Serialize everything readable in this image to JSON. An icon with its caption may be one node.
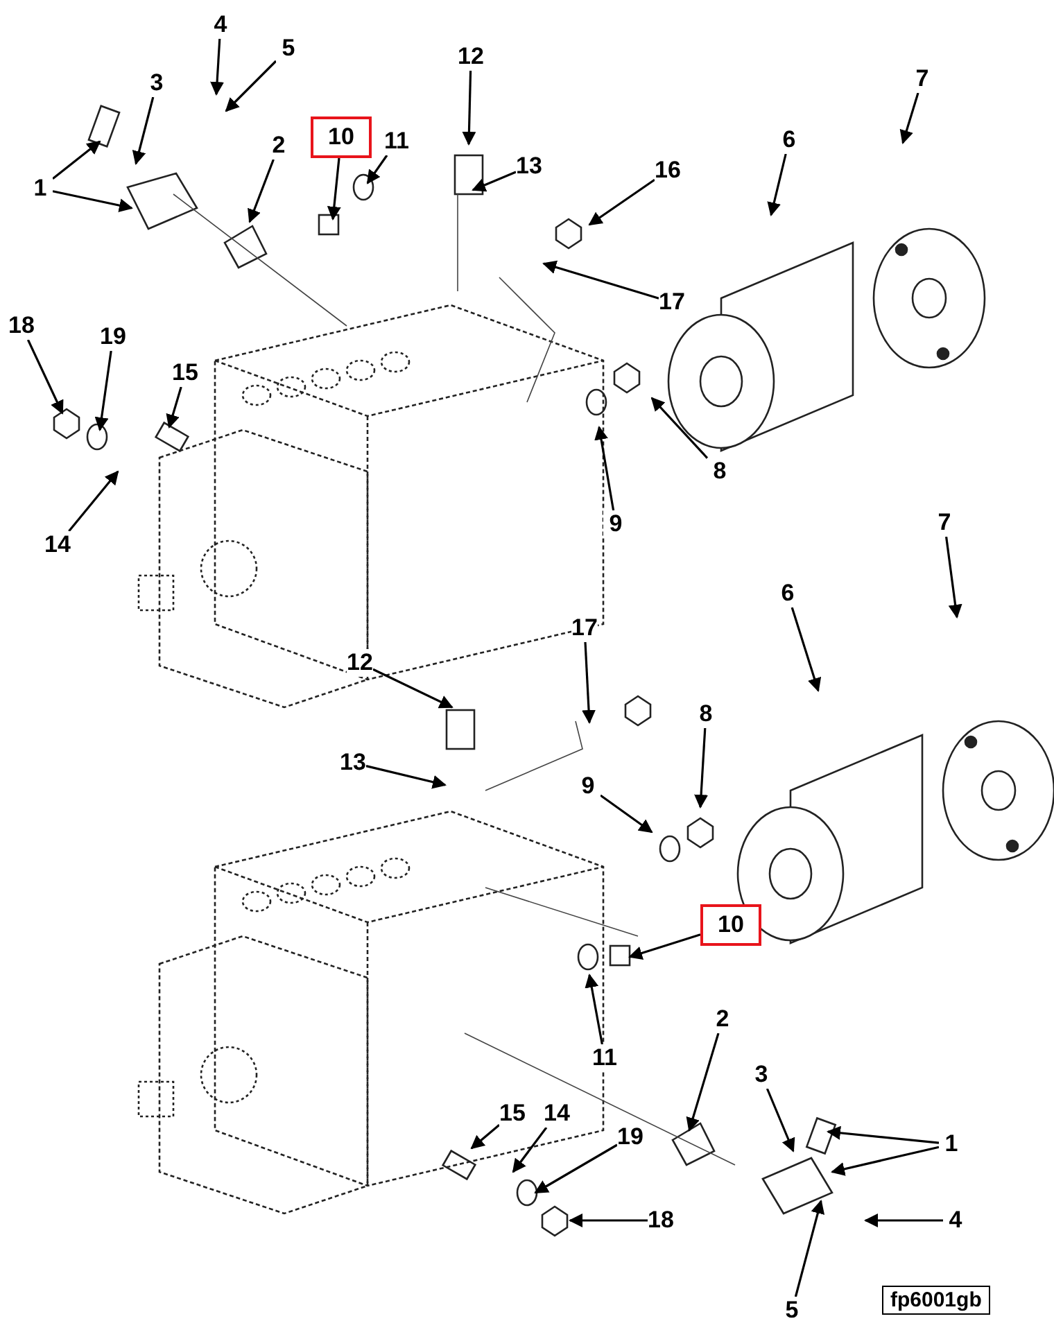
{
  "diagram": {
    "nodes": [
      {
        "text": [
          "1"
        ]
      },
      {
        "text": [
          "2"
        ]
      },
      {
        "text": [
          "3"
        ]
      },
      {
        "text": [
          "4"
        ]
      },
      {
        "text": [
          "5"
        ]
      },
      {
        "text": [
          "10"
        ]
      },
      {
        "text": [
          "11"
        ]
      },
      {
        "text": [
          "12"
        ]
      },
      {
        "text": [
          "13"
        ]
      },
      {
        "text": [
          "16"
        ]
      },
      {
        "text": [
          "17"
        ]
      },
      {
        "text": [
          "6"
        ]
      },
      {
        "text": [
          "7"
        ]
      },
      {
        "text": [
          "8"
        ]
      },
      {
        "text": [
          "9"
        ]
      },
      {
        "text": [
          "15"
        ]
      },
      {
        "text": [
          "14"
        ]
      },
      {
        "text": [
          "18"
        ]
      },
      {
        "text": [
          "19"
        ]
      },
      {
        "text": [
          "12"
        ]
      },
      {
        "text": [
          "13"
        ]
      },
      {
        "text": [
          "17"
        ]
      },
      {
        "text": [
          "8"
        ]
      },
      {
        "text": [
          "9"
        ]
      },
      {
        "text": [
          "10"
        ]
      },
      {
        "text": [
          "11"
        ]
      },
      {
        "text": [
          "6"
        ]
      },
      {
        "text": [
          "7"
        ]
      },
      {
        "text": [
          "2"
        ]
      },
      {
        "text": [
          "3"
        ]
      },
      {
        "text": [
          "1"
        ]
      },
      {
        "text": [
          "4"
        ]
      },
      {
        "text": [
          "5"
        ]
      },
      {
        "text": [
          "15"
        ]
      },
      {
        "text": [
          "14"
        ]
      },
      {
        "text": [
          "19"
        ]
      },
      {
        "text": [
          "18"
        ]
      }
    ],
    "edges": [
      {
        "from": 0,
        "to": null,
        "arrow": "to"
      },
      {
        "from": 0,
        "to": null,
        "arrow": "to"
      },
      {
        "from": 1,
        "to": null,
        "arrow": "to"
      },
      {
        "from": 2,
        "to": null,
        "arrow": "to"
      },
      {
        "from": 3,
        "to": null,
        "arrow": "to"
      },
      {
        "from": 4,
        "to": null,
        "arrow": "to"
      },
      {
        "from": 5,
        "to": null,
        "arrow": "to"
      },
      {
        "from": 6,
        "to": null,
        "arrow": "to"
      },
      {
        "from": 7,
        "to": null,
        "arrow": "to"
      },
      {
        "from": 8,
        "to": null,
        "arrow": "to"
      },
      {
        "from": 9,
        "to": null,
        "arrow": "to"
      },
      {
        "from": 10,
        "to": null,
        "arrow": "to"
      },
      {
        "from": 11,
        "to": null,
        "arrow": "to"
      },
      {
        "from": 12,
        "to": null,
        "arrow": "to"
      },
      {
        "from": 13,
        "to": null,
        "arrow": "to"
      },
      {
        "from": 14,
        "to": null,
        "arrow": "to"
      },
      {
        "from": 15,
        "to": null,
        "arrow": "to"
      },
      {
        "from": 16,
        "to": null,
        "arrow": "to"
      },
      {
        "from": 17,
        "to": null,
        "arrow": "to"
      },
      {
        "from": 18,
        "to": null,
        "arrow": "to"
      },
      {
        "from": 19,
        "to": null,
        "arrow": "to"
      },
      {
        "from": 20,
        "to": null,
        "arrow": "to"
      },
      {
        "from": 21,
        "to": null,
        "arrow": "to"
      },
      {
        "from": 22,
        "to": null,
        "arrow": "to"
      },
      {
        "from": 23,
        "to": null,
        "arrow": "to"
      },
      {
        "from": 24,
        "to": null,
        "arrow": "to"
      },
      {
        "from": 25,
        "to": null,
        "arrow": "to"
      },
      {
        "from": 26,
        "to": null,
        "arrow": "to"
      },
      {
        "from": 27,
        "to": null,
        "arrow": "to"
      },
      {
        "from": 28,
        "to": null,
        "arrow": "to"
      },
      {
        "from": 29,
        "to": null,
        "arrow": "to"
      },
      {
        "from": 30,
        "to": null,
        "arrow": "to"
      },
      {
        "from": 30,
        "to": null,
        "arrow": "to"
      },
      {
        "from": 31,
        "to": null,
        "arrow": "to"
      },
      {
        "from": 32,
        "to": null,
        "arrow": "to"
      },
      {
        "from": 33,
        "to": null,
        "arrow": "to"
      },
      {
        "from": 34,
        "to": null,
        "arrow": "to"
      },
      {
        "from": 35,
        "to": null,
        "arrow": "to"
      },
      {
        "from": 36,
        "to": null,
        "arrow": "to"
      }
    ],
    "labels": [
      "fp6001gb"
    ]
  }
}
